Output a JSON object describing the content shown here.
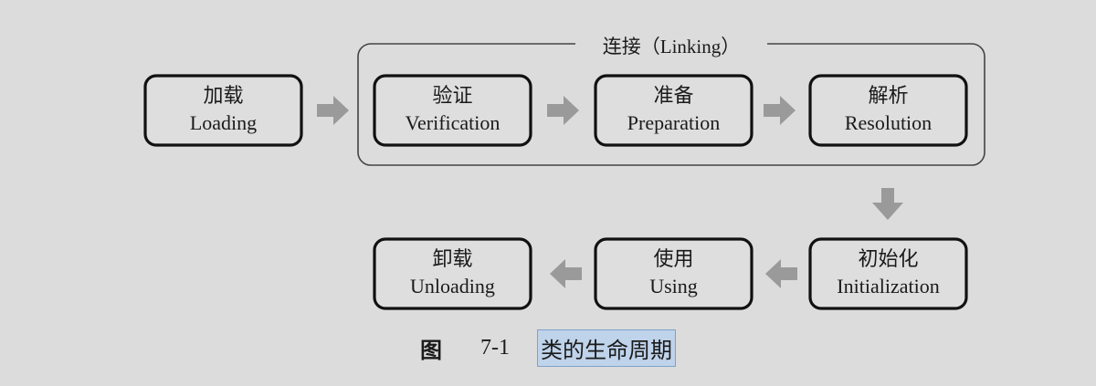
{
  "stages": {
    "loading": {
      "zh": "加载",
      "en": "Loading"
    },
    "verification": {
      "zh": "验证",
      "en": "Verification"
    },
    "preparation": {
      "zh": "准备",
      "en": "Preparation"
    },
    "resolution": {
      "zh": "解析",
      "en": "Resolution"
    },
    "initialization": {
      "zh": "初始化",
      "en": "Initialization"
    },
    "using": {
      "zh": "使用",
      "en": "Using"
    },
    "unloading": {
      "zh": "卸载",
      "en": "Unloading"
    }
  },
  "linking_group": {
    "label": "连接（Linking）"
  },
  "caption": {
    "figure": "图",
    "number": "7-1",
    "title": "类的生命周期"
  }
}
